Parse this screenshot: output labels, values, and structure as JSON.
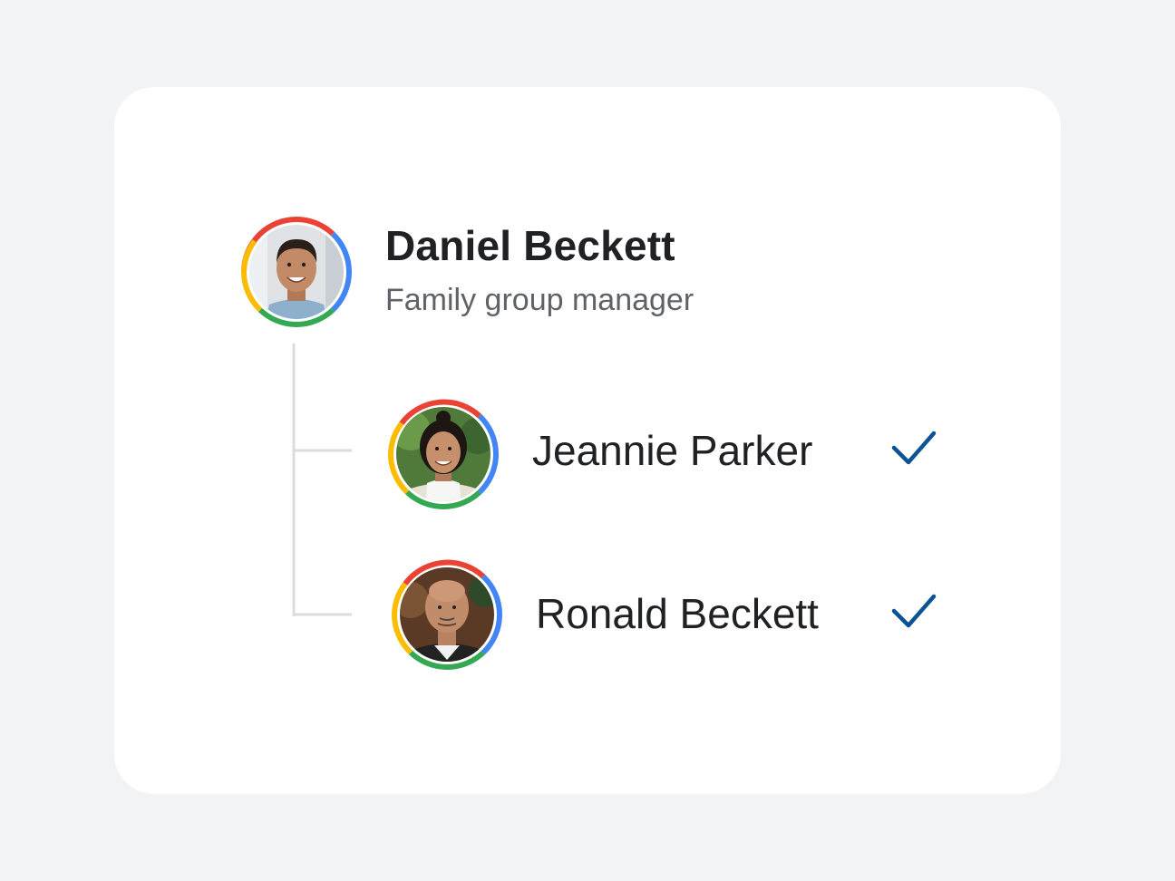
{
  "manager": {
    "name": "Daniel Beckett",
    "role": "Family group manager",
    "avatar_icon": "person-photo-icon"
  },
  "members": [
    {
      "name": "Jeannie Parker",
      "status_icon": "checkmark-icon"
    },
    {
      "name": "Ronald Beckett",
      "status_icon": "checkmark-icon"
    }
  ],
  "colors": {
    "background": "#f1f3f4",
    "card": "#ffffff",
    "ring_red": "#ea4335",
    "ring_blue": "#4285f4",
    "ring_green": "#34a853",
    "ring_yellow": "#fbbc04",
    "check": "#0b5394",
    "connector": "#dadce0"
  }
}
